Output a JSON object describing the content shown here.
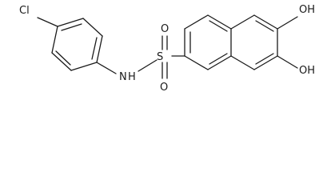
{
  "molecule": {
    "chlorine_label": "Cl",
    "nh_label": "N",
    "nh_h_label": "H",
    "sulfur_label": "S",
    "sulfonyl_oxygen_top_label": "O",
    "sulfonyl_oxygen_bottom_label": "O",
    "hydroxyl_top_label": "OH",
    "hydroxyl_bottom_label": "OH"
  }
}
